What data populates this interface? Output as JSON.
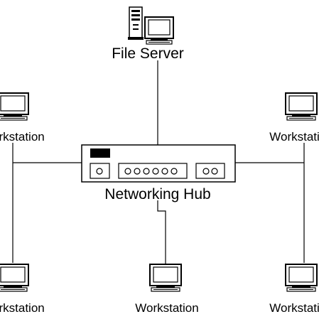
{
  "diagram": {
    "server_label": "File Server",
    "hub_label": "Networking Hub",
    "workstations": [
      {
        "label": "Workstation"
      },
      {
        "label": "Workstation"
      },
      {
        "label": "Workstation"
      },
      {
        "label": "Workstation"
      },
      {
        "label": "Workstation"
      }
    ]
  }
}
